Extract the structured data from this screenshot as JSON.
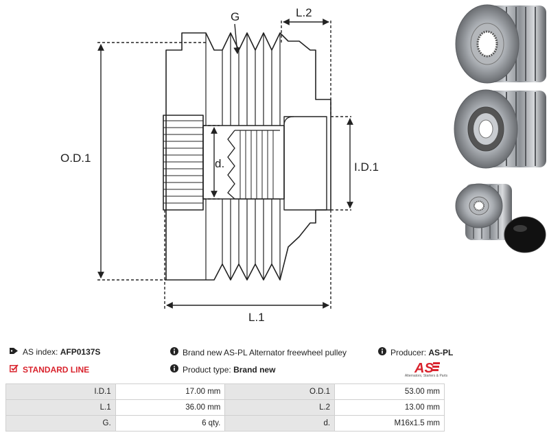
{
  "drawing": {
    "labels": {
      "g": "G",
      "l2": "L.2",
      "od1": "O.D.1",
      "id1": "I.D.1",
      "d": "d.",
      "l1": "L.1"
    }
  },
  "info": {
    "as_index_label": "AS index:",
    "as_index_value": "AFP0137S",
    "standard_line": "STANDARD LINE",
    "description": "Brand new AS-PL Alternator freewheel pulley",
    "product_type_label": "Product type:",
    "product_type_value": "Brand new",
    "producer_label": "Producer:",
    "producer_value": "AS-PL",
    "logo_text": "AS",
    "logo_caption": "Alternators, Starters & Parts"
  },
  "specs": [
    {
      "l1": "I.D.1",
      "v1": "17.00 mm",
      "l2": "O.D.1",
      "v2": "53.00 mm"
    },
    {
      "l1": "L.1",
      "v1": "36.00 mm",
      "l2": "L.2",
      "v2": "13.00 mm"
    },
    {
      "l1": "G.",
      "v1": "6 qty.",
      "l2": "d.",
      "v2": "M16x1.5 mm"
    }
  ],
  "colors": {
    "accent": "#d9232d",
    "label_bg": "#e6e6e6"
  }
}
